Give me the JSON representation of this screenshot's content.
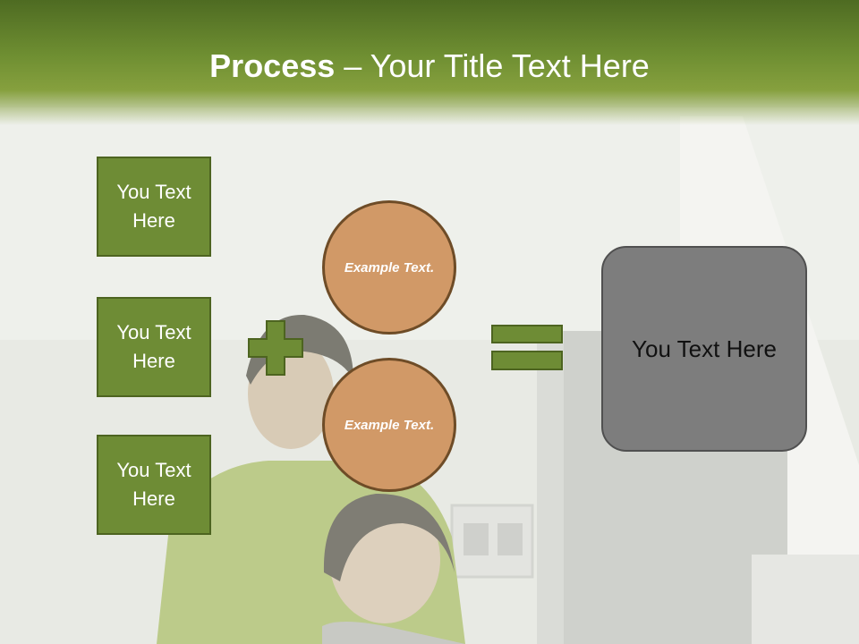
{
  "slide": {
    "title_bold": "Process",
    "title_rest": " – Your Title Text Here"
  },
  "left_boxes": [
    "You Text Here",
    "You Text Here",
    "You Text Here"
  ],
  "circles": [
    "Example Text.",
    "Example Text."
  ],
  "operators": [
    "plus",
    "equals"
  ],
  "result_box": "You Text Here",
  "colors": {
    "header": "#6f8f32",
    "box_fill": "#6e8c35",
    "circle_fill": "#d19967",
    "result_fill": "#7d7d7d"
  }
}
